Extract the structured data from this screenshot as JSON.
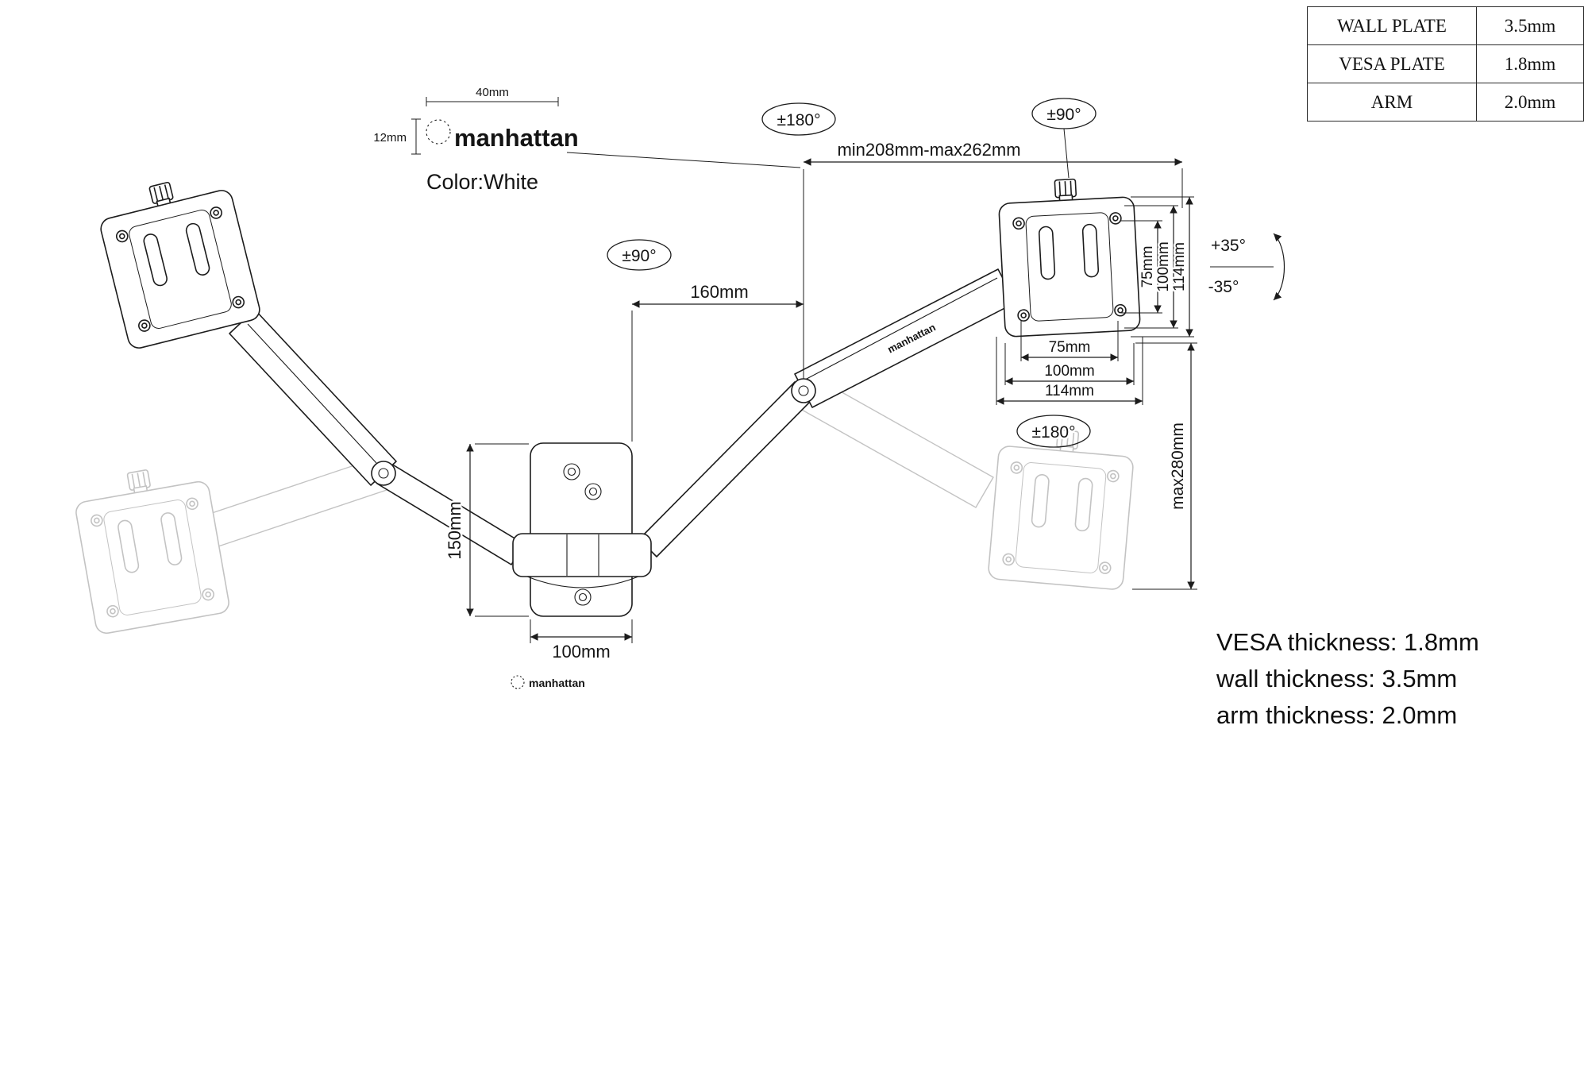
{
  "spec_table": {
    "rows": [
      {
        "label": "WALL PLATE",
        "value": "3.5mm"
      },
      {
        "label": "VESA PLATE",
        "value": "1.8mm"
      },
      {
        "label": "ARM",
        "value": "2.0mm"
      }
    ]
  },
  "logo": {
    "brand": "manhattan",
    "width_label": "40mm",
    "height_label": "12mm",
    "color_note": "Color:White"
  },
  "brand_marks": {
    "arm_print": "manhattan",
    "below_mount_print": "manhattan"
  },
  "rotations": {
    "top_center": "±180°",
    "top_right": "±90°",
    "mid_left": "±90°",
    "right_lower": "±180°"
  },
  "dimensions": {
    "extension_range": "min208mm-max262mm",
    "arm_length": "160mm",
    "wall_plate_height": "150mm",
    "wall_plate_width": "100mm",
    "vesa_width_75": "75mm",
    "vesa_width_100": "100mm",
    "vesa_width_114": "114mm",
    "vesa_height_75": "75mm",
    "vesa_height_100": "100mm",
    "vesa_height_114": "114mm",
    "max_drop": "max280mm",
    "tilt_up": "+35°",
    "tilt_down": "-35°"
  },
  "notes": {
    "line1": "VESA thickness: 1.8mm",
    "line2": "wall thickness: 3.5mm",
    "line3": "arm thickness: 2.0mm"
  },
  "colors": {
    "ink": "#1c1c1c",
    "ghost": "#c3c3c3"
  }
}
